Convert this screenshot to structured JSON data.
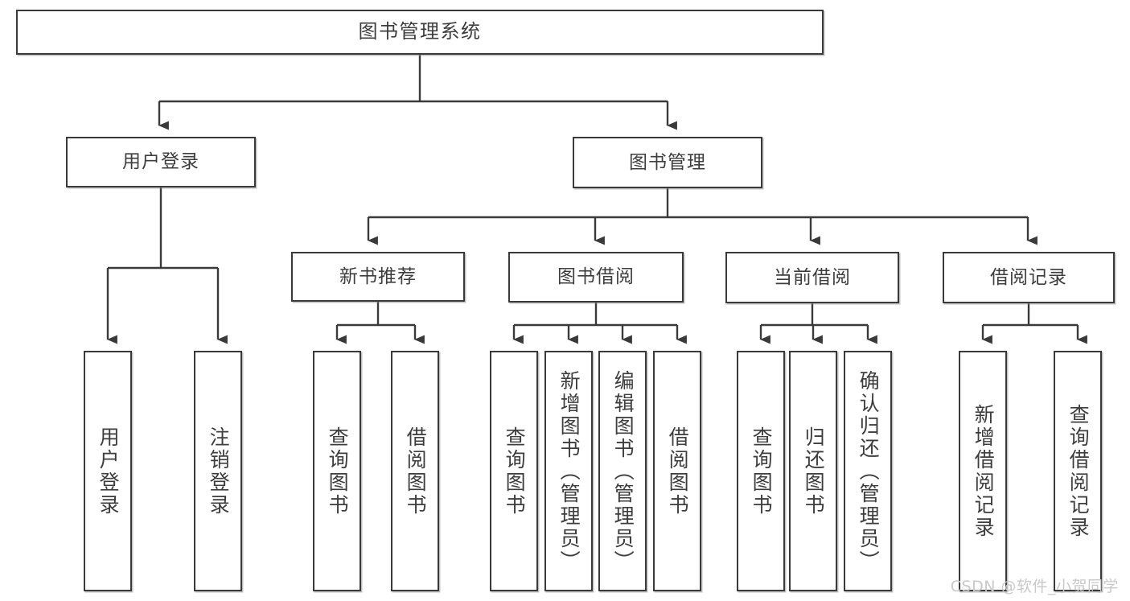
{
  "diagram": {
    "title": "图书管理系统",
    "type": "tree-hierarchy-chart",
    "background_color": "#ffffff",
    "box_border_color": "#3a3a3a",
    "text_color": "#3d3d3d",
    "connector_color": "#3a3a3a"
  },
  "watermark": {
    "text": "CSDN @软件_小贺同学",
    "color": "#c9c9c9"
  },
  "nodes": {
    "root": {
      "label": "图书管理系统"
    },
    "level1": [
      {
        "id": "user-login",
        "label": "用户登录"
      },
      {
        "id": "book-manage",
        "label": "图书管理"
      }
    ],
    "level2": [
      {
        "id": "new-book-recommend",
        "label": "新书推荐"
      },
      {
        "id": "book-borrow",
        "label": "图书借阅"
      },
      {
        "id": "current-borrow",
        "label": "当前借阅"
      },
      {
        "id": "borrow-record",
        "label": "借阅记录"
      }
    ],
    "leaves": {
      "user_login": [
        {
          "id": "leaf-user-login",
          "label": "用户登录"
        },
        {
          "id": "leaf-logout-login",
          "label": "注销登录"
        }
      ],
      "new_book_recommend": [
        {
          "id": "leaf-query-book-1",
          "label": "查询图书"
        },
        {
          "id": "leaf-borrow-book-1",
          "label": "借阅图书"
        }
      ],
      "book_borrow": [
        {
          "id": "leaf-query-book-2",
          "label": "查询图书"
        },
        {
          "id": "leaf-add-book",
          "label": "新增图书（管理员）"
        },
        {
          "id": "leaf-edit-book",
          "label": "编辑图书（管理员）"
        },
        {
          "id": "leaf-borrow-book-2",
          "label": "借阅图书"
        }
      ],
      "current_borrow": [
        {
          "id": "leaf-query-book-3",
          "label": "查询图书"
        },
        {
          "id": "leaf-return-book",
          "label": "归还图书"
        },
        {
          "id": "leaf-confirm-return",
          "label": "确认归还（管理员）"
        }
      ],
      "borrow_record": [
        {
          "id": "leaf-add-borrow-record",
          "label": "新增借阅记录"
        },
        {
          "id": "leaf-query-borrow-record",
          "label": "查询借阅记录"
        }
      ]
    }
  }
}
